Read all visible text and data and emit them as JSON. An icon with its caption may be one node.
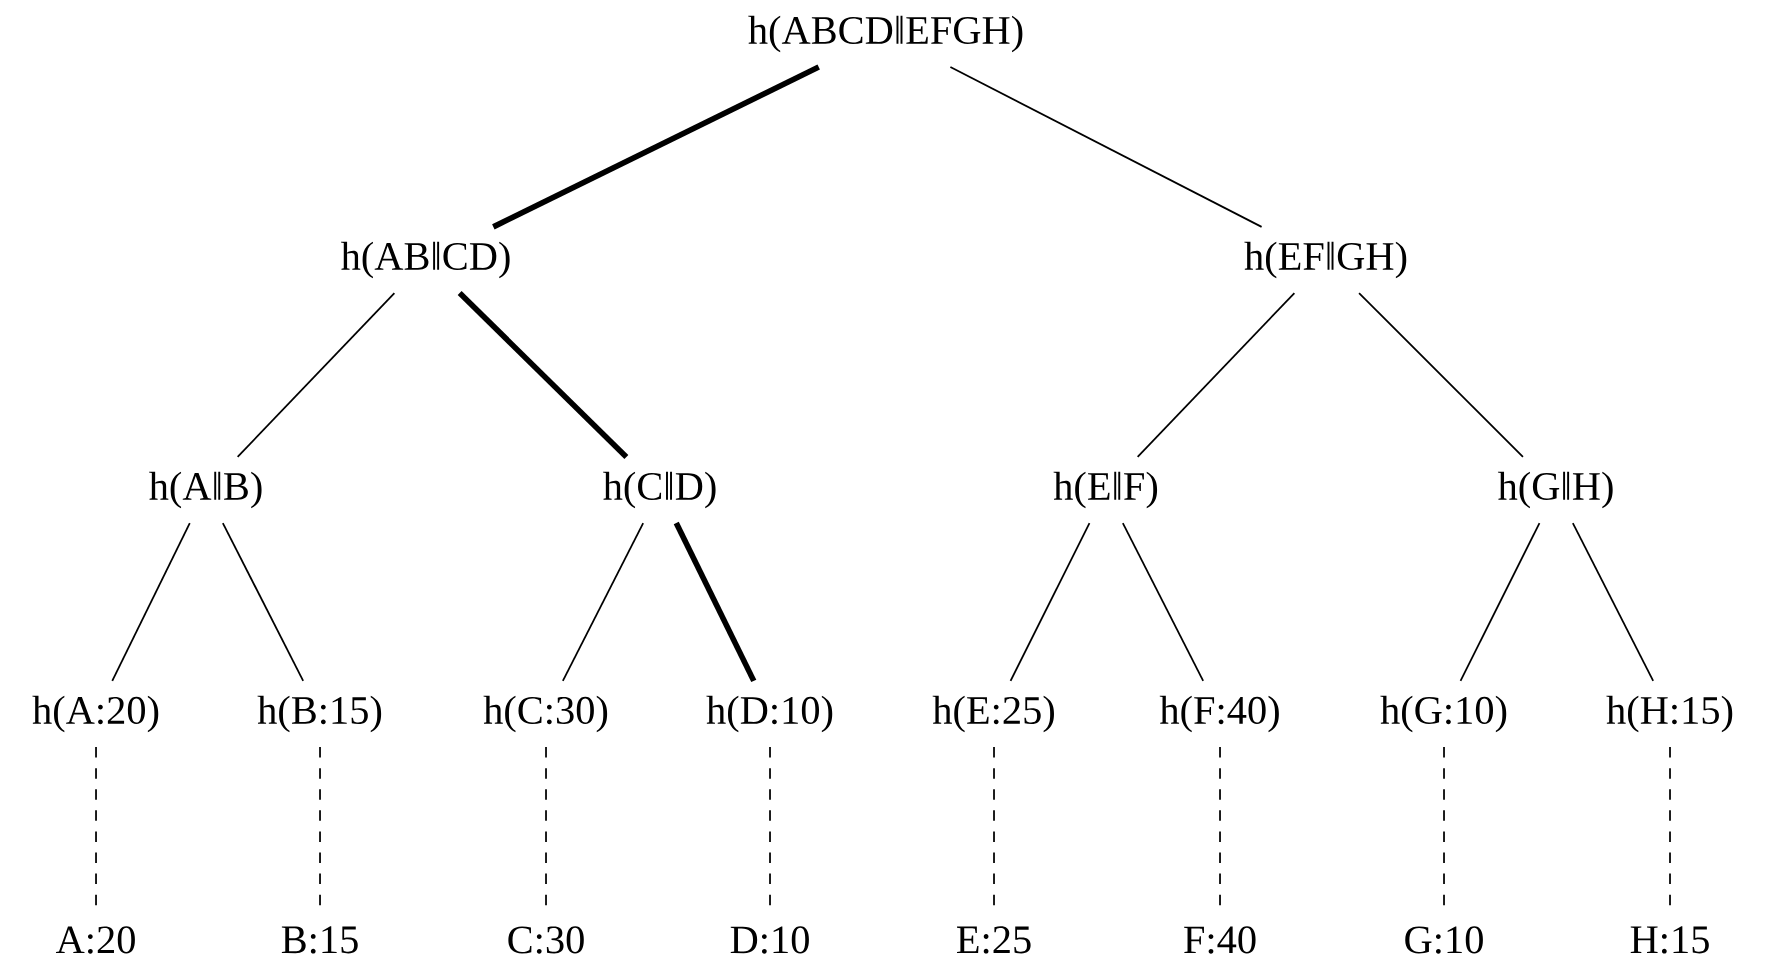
{
  "diagram": {
    "nodes": [
      {
        "text": [
          "h(ABCD‖EFGH)"
        ]
      },
      {
        "text": [
          "h(AB‖CD)"
        ]
      },
      {
        "text": [
          "h(EF‖GH)"
        ]
      },
      {
        "text": [
          "h(A‖B)"
        ]
      },
      {
        "text": [
          "h(C‖D)"
        ]
      },
      {
        "text": [
          "h(E‖F)"
        ]
      },
      {
        "text": [
          "h(G‖H)"
        ]
      },
      {
        "text": [
          "h(A:20)"
        ]
      },
      {
        "text": [
          "h(B:15)"
        ]
      },
      {
        "text": [
          "h(C:30)"
        ]
      },
      {
        "text": [
          "h(D:10)"
        ]
      },
      {
        "text": [
          "h(E:25)"
        ]
      },
      {
        "text": [
          "h(F:40)"
        ]
      },
      {
        "text": [
          "h(G:10)"
        ]
      },
      {
        "text": [
          "h(H:15)"
        ]
      },
      {
        "text": [
          "A:20"
        ]
      },
      {
        "text": [
          "B:15"
        ]
      },
      {
        "text": [
          "C:30"
        ]
      },
      {
        "text": [
          "D:10"
        ]
      },
      {
        "text": [
          "E:25"
        ]
      },
      {
        "text": [
          "F:40"
        ]
      },
      {
        "text": [
          "G:10"
        ]
      },
      {
        "text": [
          "H:15"
        ]
      }
    ],
    "edges": [
      {
        "from": 0,
        "to": 1,
        "arrow": "none",
        "style": "thick"
      },
      {
        "from": 0,
        "to": 2,
        "arrow": "none"
      },
      {
        "from": 1,
        "to": 3,
        "arrow": "none"
      },
      {
        "from": 1,
        "to": 4,
        "arrow": "none",
        "style": "thick"
      },
      {
        "from": 2,
        "to": 5,
        "arrow": "none"
      },
      {
        "from": 2,
        "to": 6,
        "arrow": "none"
      },
      {
        "from": 3,
        "to": 7,
        "arrow": "none"
      },
      {
        "from": 3,
        "to": 8,
        "arrow": "none"
      },
      {
        "from": 4,
        "to": 9,
        "arrow": "none"
      },
      {
        "from": 4,
        "to": 10,
        "arrow": "none",
        "style": "thick"
      },
      {
        "from": 5,
        "to": 11,
        "arrow": "none"
      },
      {
        "from": 5,
        "to": 12,
        "arrow": "none"
      },
      {
        "from": 6,
        "to": 13,
        "arrow": "none"
      },
      {
        "from": 6,
        "to": 14,
        "arrow": "none"
      },
      {
        "from": 7,
        "to": 15,
        "arrow": "none",
        "style": "dashed"
      },
      {
        "from": 8,
        "to": 16,
        "arrow": "none",
        "style": "dashed"
      },
      {
        "from": 9,
        "to": 17,
        "arrow": "none",
        "style": "dashed"
      },
      {
        "from": 10,
        "to": 18,
        "arrow": "none",
        "style": "dashed"
      },
      {
        "from": 11,
        "to": 19,
        "arrow": "none",
        "style": "dashed"
      },
      {
        "from": 12,
        "to": 20,
        "arrow": "none",
        "style": "dashed"
      },
      {
        "from": 13,
        "to": 21,
        "arrow": "none",
        "style": "dashed"
      },
      {
        "from": 14,
        "to": 22,
        "arrow": "none",
        "style": "dashed"
      }
    ]
  }
}
